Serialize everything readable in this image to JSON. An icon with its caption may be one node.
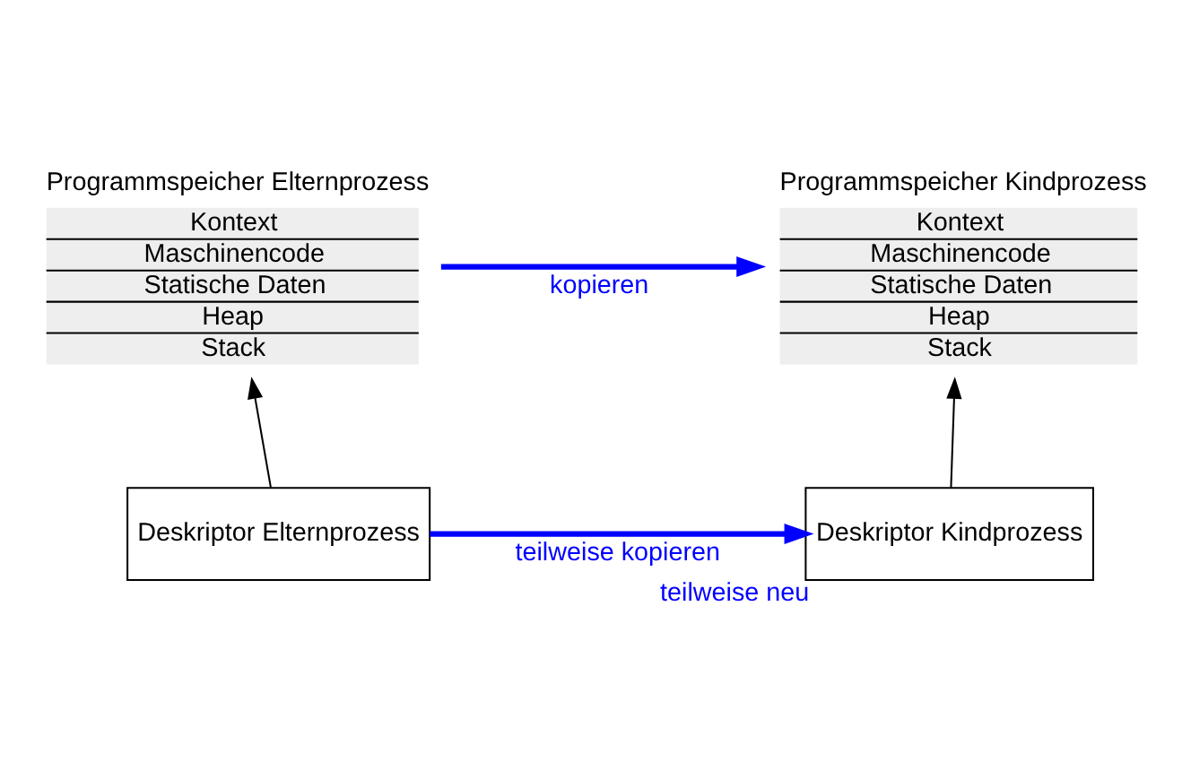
{
  "diagram": {
    "nodes": [
      {
        "text": [
          "Programmspeicher Elternprozess",
          "Kontext",
          "Maschinencode",
          "Statische Daten",
          "Heap",
          "Stack"
        ]
      },
      {
        "text": [
          "Programmspeicher Kindprozess",
          "Kontext",
          "Maschinencode",
          "Statische Daten",
          "Heap",
          "Stack"
        ]
      },
      {
        "text": [
          "Deskriptor Elternprozess"
        ]
      },
      {
        "text": [
          "Deskriptor Kindprozess"
        ],
        "beside": [
          "teilweise neu"
        ]
      }
    ],
    "edges": [
      {
        "from": 0,
        "to": 1,
        "arrow": "to",
        "label": "kopieren",
        "style": "thick",
        "color": "#0000ff"
      },
      {
        "from": 2,
        "to": 3,
        "arrow": "to",
        "label": "teilweise kopieren",
        "style": "thick",
        "color": "#0000ff"
      },
      {
        "from": 2,
        "to": 0,
        "arrow": "to",
        "color": "#000000"
      },
      {
        "from": 3,
        "to": 1,
        "arrow": "to",
        "color": "#000000"
      }
    ]
  }
}
